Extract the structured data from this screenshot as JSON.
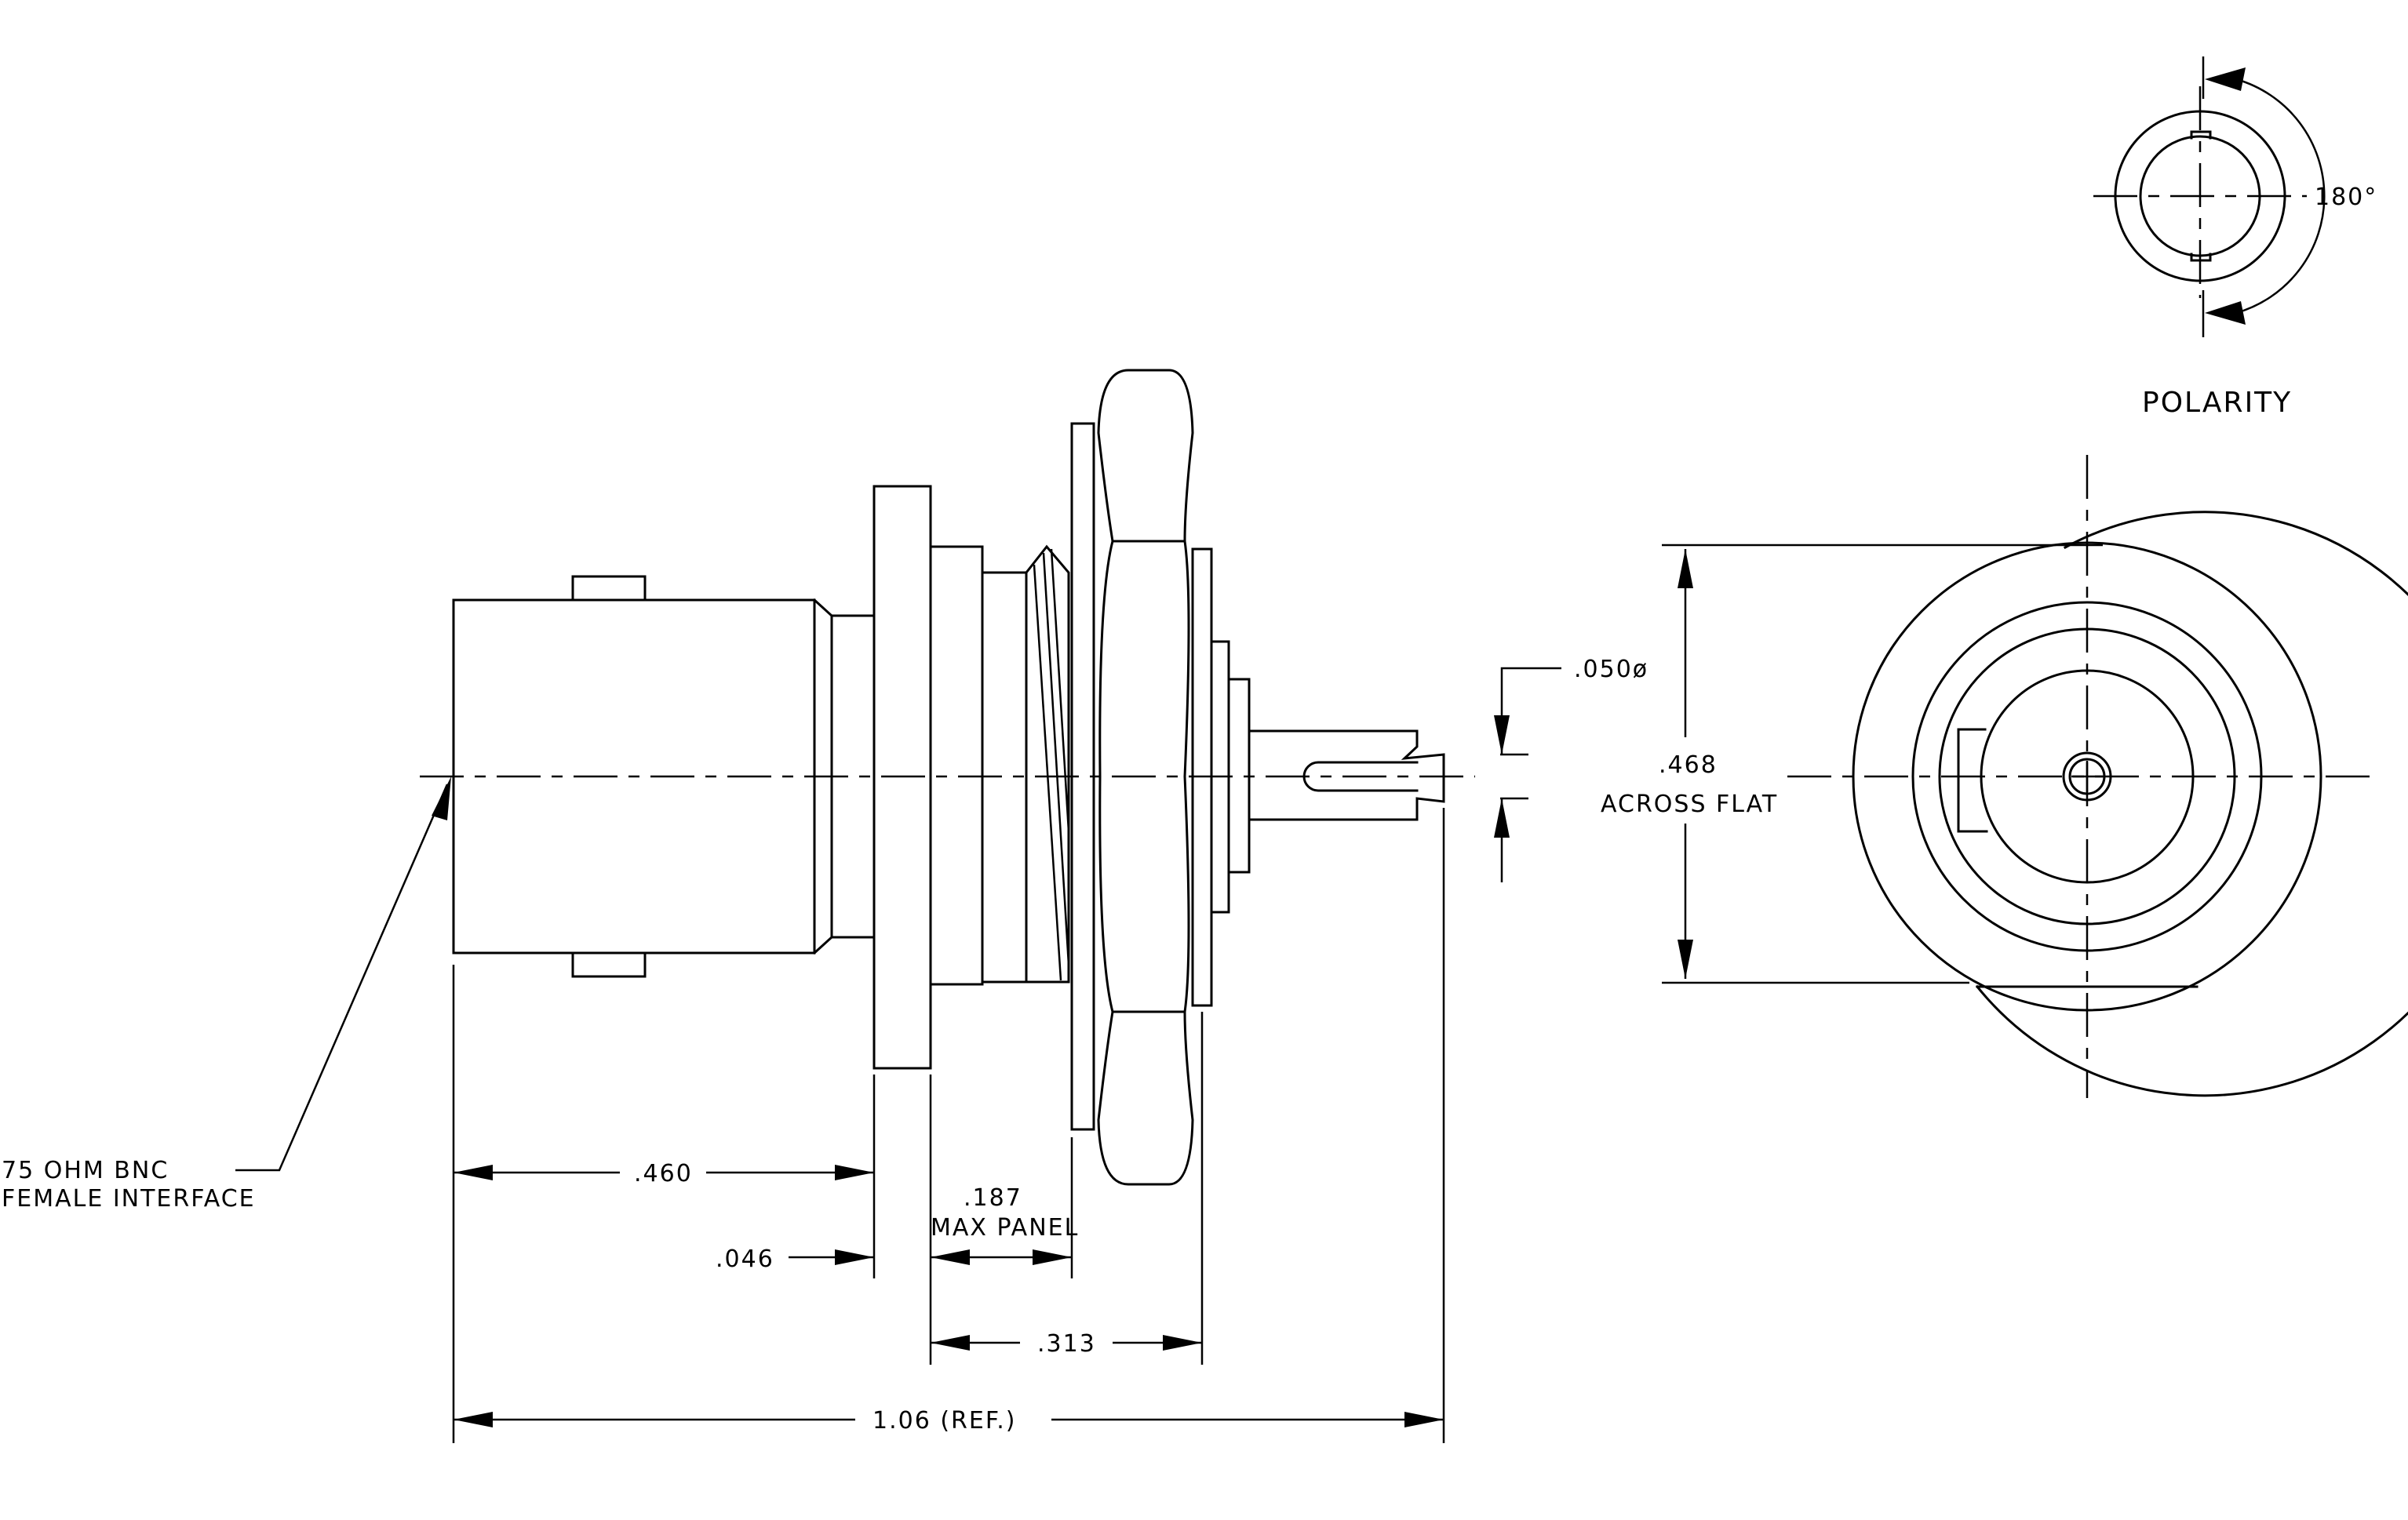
{
  "labels": {
    "polarity": "POLARITY",
    "angle": "180°",
    "interface_line1": "75 OHM BNC",
    "interface_line2": "FEMALE INTERFACE",
    "dim_460": ".460",
    "dim_046": ".046",
    "dim_187": ".187",
    "dim_max_panel": "MAX PANEL",
    "dim_313": ".313",
    "dim_overall": "1.06 (REF.)",
    "dim_pin_dia": ".050ø",
    "dim_468": ".468",
    "dim_across_flat": "ACROSS FLAT"
  }
}
